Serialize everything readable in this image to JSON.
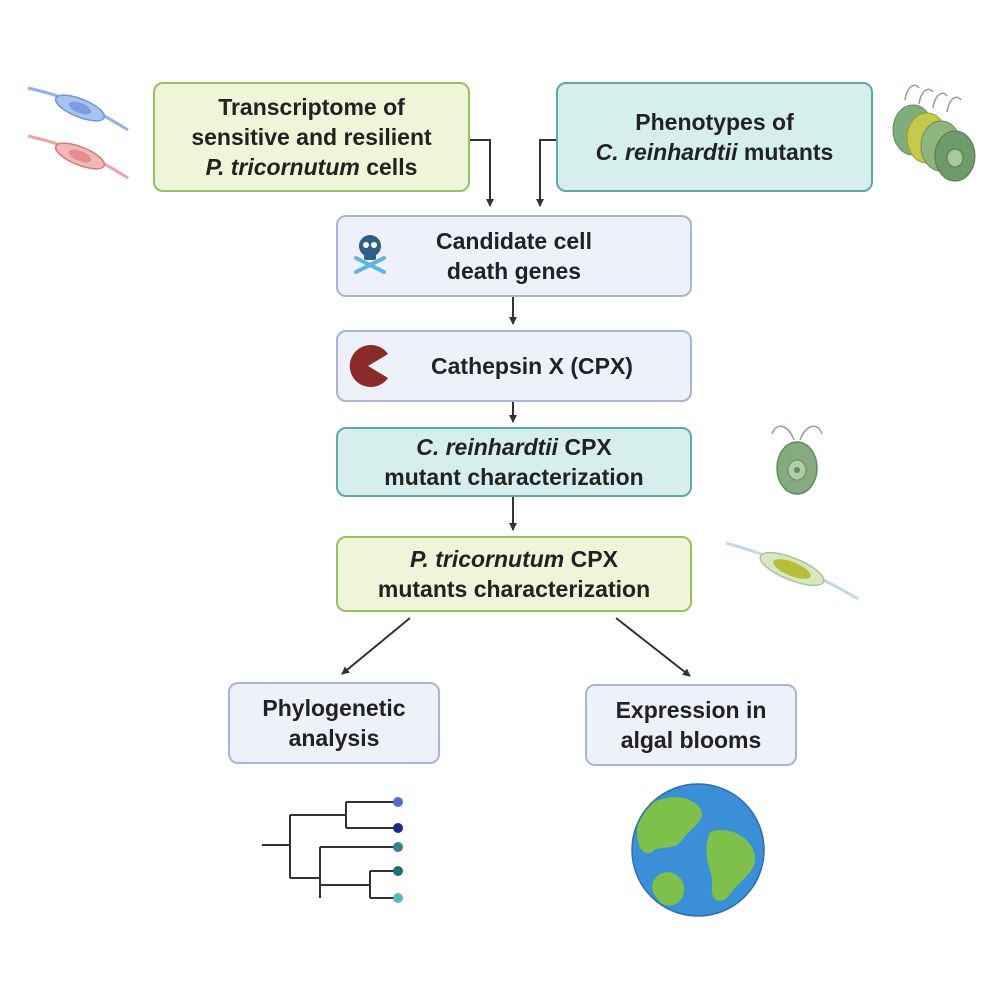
{
  "boxes": {
    "transcriptome": {
      "line1": "Transcriptome of",
      "line2": "sensitive and resilient",
      "line3_italic": "P. tricornutum",
      "line3_rest": " cells"
    },
    "phenotypes": {
      "line1": "Phenotypes of",
      "line2_italic": "C. reinhardtii",
      "line2_rest": " mutants"
    },
    "candidate": {
      "line1": "Candidate cell",
      "line2": "death genes"
    },
    "cathepsin": {
      "label": "Cathepsin X (CPX)"
    },
    "creinhardtii": {
      "line1_italic": "C. reinhardtii",
      "line1_rest": " CPX",
      "line2": "mutant characterization"
    },
    "ptricornutum": {
      "line1_italic": "P. tricornutum",
      "line1_rest": " CPX",
      "line2": "mutants characterization"
    },
    "phylogenetic": {
      "line1": "Phylogenetic",
      "line2": "analysis"
    },
    "expression": {
      "line1": "Expression in",
      "line2": "algal blooms"
    }
  },
  "icons": [
    "diatom-blue-icon",
    "diatom-red-icon",
    "chlamydomonas-stack-icon",
    "skull-crossbones-icon",
    "pacman-protease-icon",
    "chlamydomonas-icon",
    "diatom-green-icon",
    "phylogenetic-tree-icon",
    "globe-icon"
  ],
  "colors": {
    "green_box": "#eef5d8",
    "green_border": "#9cbf5e",
    "teal_box": "#d6efed",
    "teal_border": "#5ea9a6",
    "lavender_box": "#eef1fa",
    "lavender_border": "#a9b5d8",
    "arrow": "#333333",
    "protease": "#8b2a2a",
    "skull": "#2e6fa0"
  }
}
